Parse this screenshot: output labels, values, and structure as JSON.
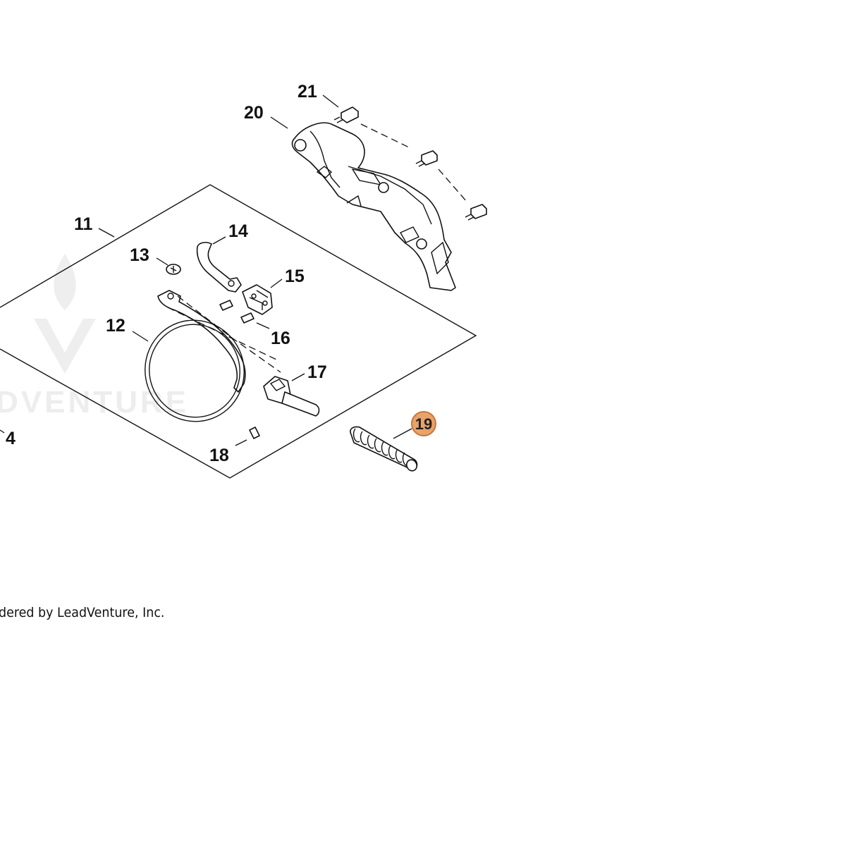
{
  "diagram": {
    "callouts": [
      {
        "id": "4",
        "label": "4"
      },
      {
        "id": "11",
        "label": "11"
      },
      {
        "id": "12",
        "label": "12"
      },
      {
        "id": "13",
        "label": "13"
      },
      {
        "id": "14",
        "label": "14"
      },
      {
        "id": "15",
        "label": "15"
      },
      {
        "id": "16",
        "label": "16"
      },
      {
        "id": "17",
        "label": "17"
      },
      {
        "id": "18",
        "label": "18"
      },
      {
        "id": "19",
        "label": "19",
        "highlighted": true
      },
      {
        "id": "20",
        "label": "20"
      },
      {
        "id": "21",
        "label": "21"
      }
    ],
    "highlight_color": "#e8a36a",
    "highlight_border": "#c8763a",
    "watermark_text": "DVENTURE",
    "footer_text": "dered by LeadVenture, Inc."
  }
}
